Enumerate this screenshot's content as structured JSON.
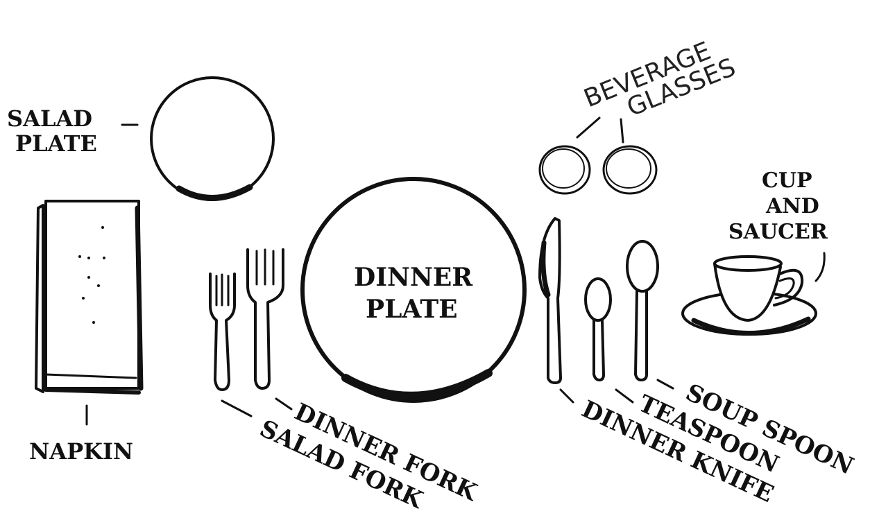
{
  "diagram": {
    "labels": {
      "salad_plate": [
        "SALAD",
        "PLATE"
      ],
      "beverage_glasses": [
        "BEVERAGE",
        "GLASSES"
      ],
      "cup_and_saucer": [
        "CUP",
        "AND",
        "SAUCER"
      ],
      "dinner_plate": [
        "DINNER",
        "PLATE"
      ],
      "napkin": "NAPKIN",
      "dinner_fork": "DINNER FORK",
      "salad_fork": "SALAD FORK",
      "dinner_knife": "DINNER KNIFE",
      "teaspoon": "TEASPOON",
      "soup_spoon": "SOUP SPOON"
    },
    "colors": {
      "ink": "#111111",
      "paper": "#ffffff"
    }
  }
}
